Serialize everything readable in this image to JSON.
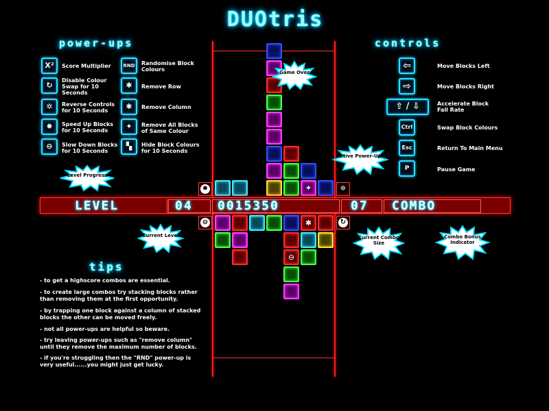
{
  "logo": "DUOtris",
  "powerups": {
    "title": "power-ups",
    "items": [
      {
        "icon": "X²",
        "label": "Score Multiplier"
      },
      {
        "icon": "↻",
        "label": "Disable Colour Swap for 10 Seconds"
      },
      {
        "icon": "✲",
        "label": "Reverse Controls for 10 Seconds"
      },
      {
        "icon": "✹",
        "label": "Speed Up Blocks for 10 Seconds"
      },
      {
        "icon": "⊖",
        "label": "Slow Down Blocks for 10 Seconds"
      },
      {
        "icon": "RND",
        "label": "Randomise Block Colours"
      },
      {
        "icon": "✱",
        "label": "Remove Row"
      },
      {
        "icon": "✱",
        "label": "Remove Column"
      },
      {
        "icon": "✦",
        "label": "Remove All Blocks of Same Colour"
      },
      {
        "icon": "▚",
        "label": "Hide Block Colours for 10 Seconds"
      }
    ]
  },
  "controls": {
    "title": "controls",
    "items": [
      {
        "key": "⇦",
        "label": "Move Blocks Left"
      },
      {
        "key": "⇨",
        "label": "Move Blocks Right"
      },
      {
        "key": "⇧ / ⇩",
        "label": "Accelerate Block Fall Rate"
      },
      {
        "key": "Ctrl",
        "label": "Swap Block Colours"
      },
      {
        "key": "Esc",
        "label": "Return To Main Menu"
      },
      {
        "key": "P",
        "label": "Pause Game"
      }
    ]
  },
  "hud": {
    "level_label": "LEVEL",
    "level": "04",
    "score": "0015350",
    "combo_count": "07",
    "combo_label": "COMBO"
  },
  "annotations": {
    "game_over": "Game Over",
    "active_powerups": "Active Power-Ups",
    "level_progress": "Level Progress",
    "current_level": "Current Level",
    "current_combo": "Current Combo Size",
    "combo_bonus": "Combo Bonus Indicator"
  },
  "tips": {
    "title": "tips",
    "items": [
      "- to get a highscore combos are essential.",
      "- to create large combos try stacking blocks rather than removing them at the first opportunity.",
      "- by trapping one block against a column of stacked blocks the other can be moved freely.",
      "- not all power-ups are helpful so beware.",
      "- try leaving power-ups such as \"remove column\" until they remove the maximum number of blocks.",
      "- if you're struggling then the \"RND\" power-up is very useful......you might just get lucky."
    ]
  },
  "colors": {
    "accent": "#00e0ff",
    "rail": "#ff2020",
    "bar": "#7a0000"
  }
}
